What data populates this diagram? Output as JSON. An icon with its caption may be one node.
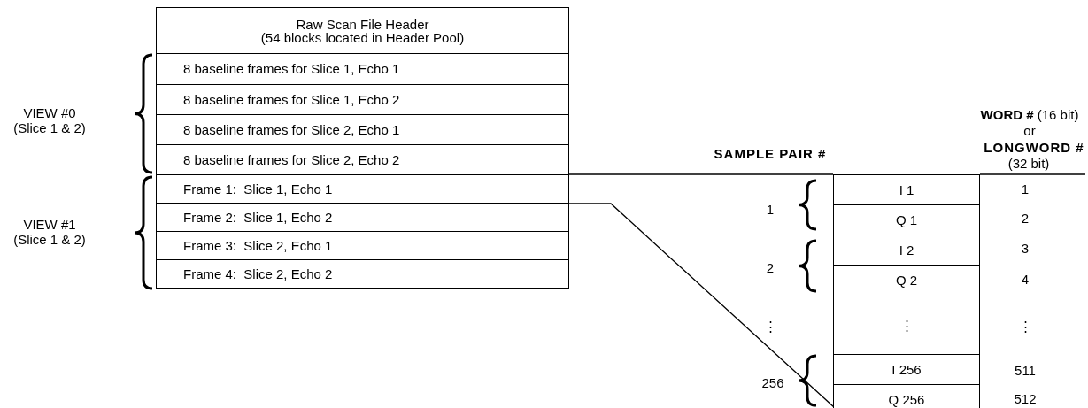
{
  "diagram": {
    "nodes": [
      {
        "text": [
          "Raw Scan File Header",
          "(54 blocks located in Header Pool)"
        ]
      },
      {
        "text": [
          "8 baseline frames for Slice 1, Echo 1"
        ]
      },
      {
        "text": [
          "8 baseline frames for Slice 1, Echo 2"
        ]
      },
      {
        "text": [
          "8 baseline frames for Slice 2, Echo 1"
        ]
      },
      {
        "text": [
          "8 baseline frames for Slice 2, Echo 2"
        ]
      },
      {
        "text": [
          "Frame 1:  Slice 1, Echo 1"
        ]
      },
      {
        "text": [
          "Frame 2:  Slice 1, Echo 2"
        ]
      },
      {
        "text": [
          "Frame 3:  Slice 2, Echo 1"
        ]
      },
      {
        "text": [
          "Frame 4:  Slice 2, Echo 2"
        ]
      },
      {
        "text": [],
        "shape": "box"
      },
      {
        "text": [
          "I 1"
        ],
        "in": 9
      },
      {
        "text": [
          "Q 1"
        ],
        "in": 9
      },
      {
        "text": [
          "I 2"
        ],
        "in": 9
      },
      {
        "text": [
          "Q 2"
        ],
        "in": 9
      },
      {
        "text": [
          "⋮"
        ],
        "in": 9
      },
      {
        "text": [
          "I 256"
        ],
        "in": 9
      },
      {
        "text": [
          "Q 256"
        ],
        "in": 9
      }
    ],
    "edges": [
      {
        "from": 5,
        "to": 9,
        "arrow": "none"
      },
      {
        "from": 5,
        "to": 9,
        "arrow": "none"
      }
    ],
    "labels": [
      "**WORD #** (16 bit)",
      "or",
      "VIEW #0 (Slice 1 & 2)",
      "**LONGWORD #**",
      "SAMPLE PAIR #",
      "(32 bit)",
      "VIEW #1 (Slice 1 & 2)",
      "1",
      "1",
      "2",
      "2",
      "3",
      "4",
      "⋮",
      "⋮",
      "256",
      "511",
      "512"
    ]
  }
}
